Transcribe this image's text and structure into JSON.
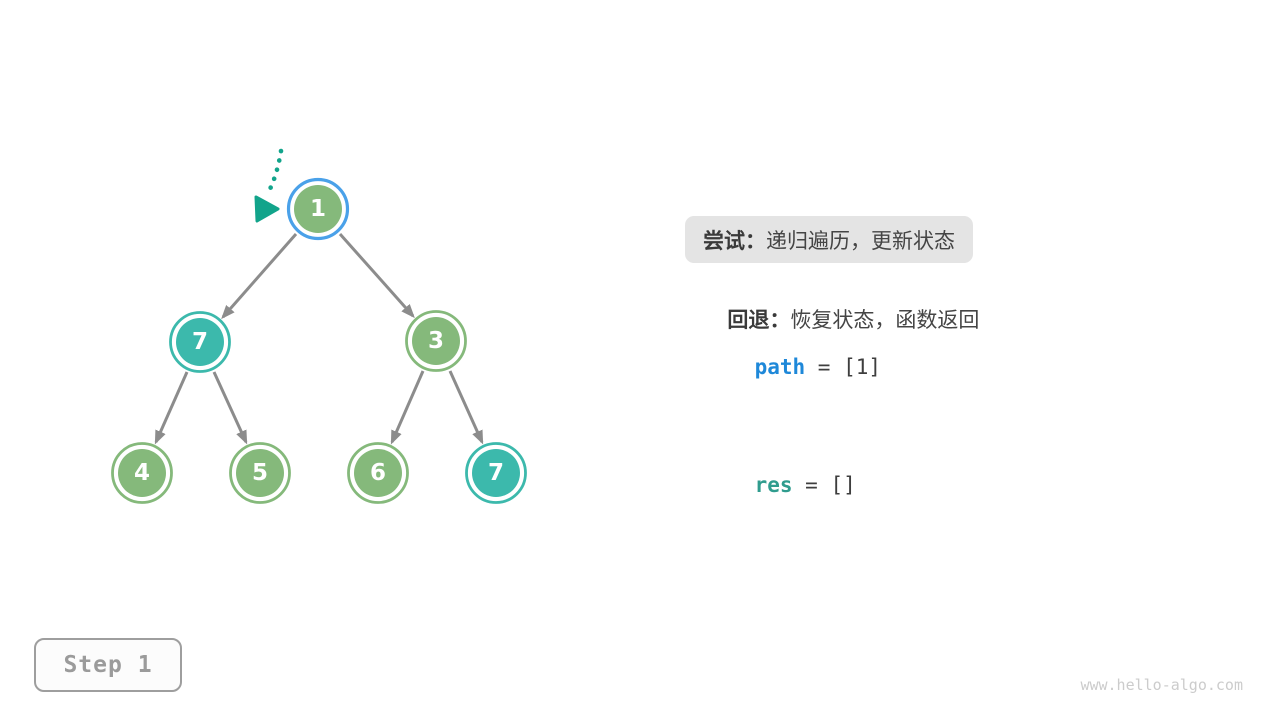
{
  "tree": {
    "nodes": [
      {
        "id": "root",
        "value": "1",
        "state": "active-green"
      },
      {
        "id": "left",
        "value": "7",
        "state": "teal"
      },
      {
        "id": "right",
        "value": "3",
        "state": "green"
      },
      {
        "id": "left-left",
        "value": "4",
        "state": "green"
      },
      {
        "id": "left-right",
        "value": "5",
        "state": "green"
      },
      {
        "id": "right-left",
        "value": "6",
        "state": "green"
      },
      {
        "id": "right-right",
        "value": "7",
        "state": "teal"
      }
    ]
  },
  "panel": {
    "try_label": "尝试：",
    "try_text": "递归遍历，更新状态",
    "retreat_label": "回退：",
    "retreat_text": "恢复状态，函数返回",
    "path_var": "path",
    "path_rest": " = [1]",
    "res_var": "res",
    "res_rest": " = []"
  },
  "step_badge": {
    "label": "Step 1"
  },
  "watermark": "www.hello-algo.com",
  "colors": {
    "node_green": "#85b97b",
    "node_teal": "#3cb9ac",
    "active_ring_blue": "#4aa1e9",
    "edge_gray": "#8c8c8c",
    "pointer_teal": "#12a48b",
    "path_blue": "#1e88d9",
    "res_teal": "#2f9c8e",
    "text_dark": "#3e3e3e",
    "highlight_bg": "#e4e4e4",
    "badge_gray": "#9b9b9b",
    "watermark_gray": "#cccccc"
  }
}
